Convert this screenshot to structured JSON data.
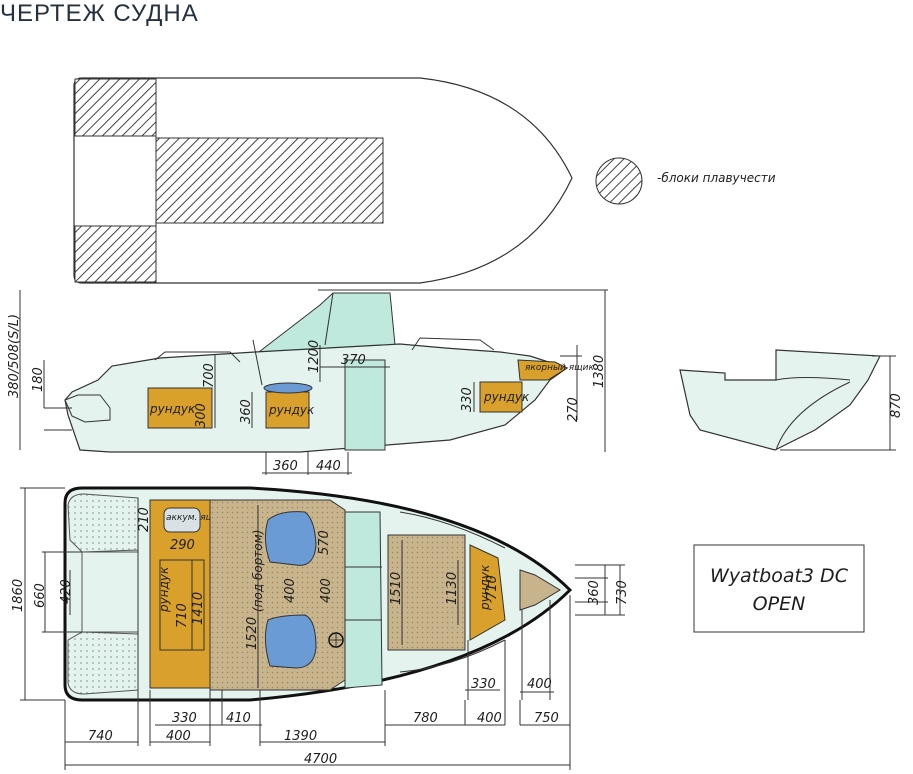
{
  "title": "ЧЕРТЕЖ СУДНА",
  "legend": {
    "float_blocks": "-блоки плавучести"
  },
  "labels": {
    "rundyk": "рундук",
    "anchor_box": "якорный ящик",
    "battery_box": "аккум. ящик",
    "under_board": "(под бортом)"
  },
  "model": {
    "line1": "Wyatboat3 DC",
    "line2": "OPEN"
  },
  "colors": {
    "hull_fill": "#e4f3ee",
    "storage": "#d9a12b",
    "deck": "#c8b48c",
    "seat": "#6b9bd4",
    "glass": "#bfe9dd"
  },
  "side_view": {
    "d_380_508": "380/508(S/L)",
    "d_180": "180",
    "d_700": "700",
    "d_300": "300",
    "d_360v": "360",
    "d_1200": "1200",
    "d_370": "370",
    "d_330v": "330",
    "d_270": "270",
    "d_1380": "1380",
    "d_360h": "360",
    "d_440": "440"
  },
  "section_view": {
    "d_870": "870"
  },
  "top_view": {
    "d_210": "210",
    "d_290": "290",
    "d_710a": "710",
    "d_1410": "1410",
    "d_1520": "1520",
    "d_570": "570",
    "d_400a": "400",
    "d_400b": "400",
    "d_1510": "1510",
    "d_1130": "1130",
    "d_710b": "710",
    "d_360": "360",
    "d_730": "730",
    "d_1860": "1860",
    "d_660": "660",
    "d_420": "420",
    "d_330r": "330",
    "d_400r": "400",
    "b_740": "740",
    "b_330": "330",
    "b_400": "400",
    "b_410": "410",
    "b_1390": "1390",
    "b_780": "780",
    "b_400b": "400",
    "b_750": "750",
    "b_4700": "4700"
  }
}
